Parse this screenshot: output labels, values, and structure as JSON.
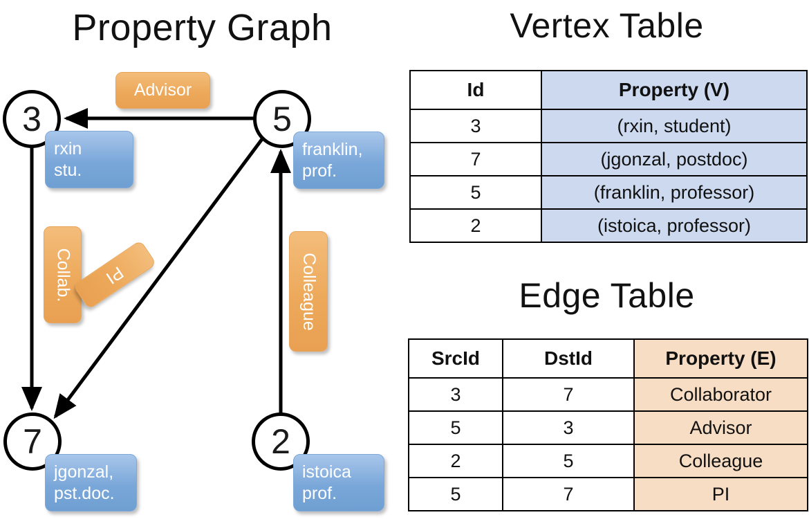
{
  "titles": {
    "property_graph": "Property Graph",
    "vertex_table": "Vertex Table",
    "edge_table": "Edge Table"
  },
  "graph": {
    "nodes": [
      {
        "id": "3",
        "label": "3",
        "property_lines": [
          "rxin",
          "stu."
        ]
      },
      {
        "id": "5",
        "label": "5",
        "property_lines": [
          "franklin,",
          "prof."
        ]
      },
      {
        "id": "7",
        "label": "7",
        "property_lines": [
          "jgonzal,",
          "pst.doc."
        ]
      },
      {
        "id": "2",
        "label": "2",
        "property_lines": [
          "istoica",
          "prof."
        ]
      }
    ],
    "node_property_boxes": [
      {
        "name": "rxin-box",
        "line1": "rxin",
        "line2": "stu."
      },
      {
        "name": "franklin-box",
        "line1": "franklin,",
        "line2": "prof."
      },
      {
        "name": "jgonzal-box",
        "line1": "jgonzal,",
        "line2": "pst.doc."
      },
      {
        "name": "istoica-box",
        "line1": "istoica",
        "line2": "prof."
      }
    ],
    "edge_labels": [
      {
        "name": "advisor-label",
        "text": "Advisor",
        "orientation": "horizontal"
      },
      {
        "name": "collab-label",
        "text": "Collab.",
        "orientation": "vertical"
      },
      {
        "name": "pi-label",
        "text": "PI",
        "orientation": "diagonal"
      },
      {
        "name": "colleague-label",
        "text": "Colleague",
        "orientation": "vertical"
      }
    ],
    "edges": [
      {
        "src": "5",
        "dst": "3",
        "label": "Advisor"
      },
      {
        "src": "3",
        "dst": "7",
        "label": "Collab."
      },
      {
        "src": "5",
        "dst": "7",
        "label": "PI"
      },
      {
        "src": "2",
        "dst": "5",
        "label": "Colleague"
      }
    ]
  },
  "vertex_table": {
    "columns": [
      "Id",
      "Property (V)"
    ],
    "rows": [
      {
        "id": "3",
        "property": "(rxin, student)"
      },
      {
        "id": "7",
        "property": "(jgonzal, postdoc)"
      },
      {
        "id": "5",
        "property": "(franklin, professor)"
      },
      {
        "id": "2",
        "property": "(istoica, professor)"
      }
    ]
  },
  "edge_table": {
    "columns": [
      "SrcId",
      "DstId",
      "Property (E)"
    ],
    "rows": [
      {
        "src": "3",
        "dst": "7",
        "property": "Collaborator"
      },
      {
        "src": "5",
        "dst": "3",
        "property": "Advisor"
      },
      {
        "src": "2",
        "dst": "5",
        "property": "Colleague"
      },
      {
        "src": "5",
        "dst": "7",
        "property": "PI"
      }
    ]
  },
  "colors": {
    "vertex_property_fill": "#ccd9ef",
    "edge_property_fill": "#f7ddc4",
    "node_box_blue": "#7aa7d9",
    "edge_box_orange": "#eda95b",
    "stroke": "#000000"
  }
}
